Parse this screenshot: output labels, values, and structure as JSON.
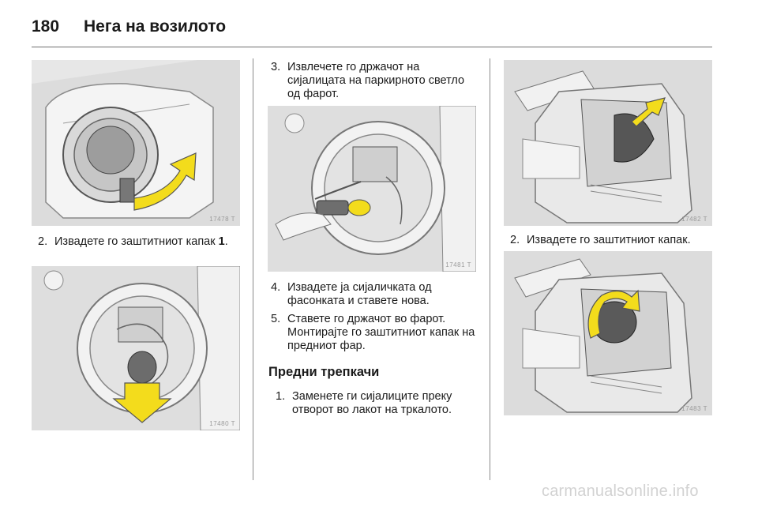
{
  "header": {
    "page_number": "180",
    "title": "Нега на возилото"
  },
  "column1": {
    "figure_top_code": "17478 T",
    "step2": {
      "number": "2.",
      "text": "Извадете го заштитниот капак",
      "bold": "1",
      "suffix": "."
    },
    "figure_bottom_code": "17480 T"
  },
  "column2": {
    "step3": {
      "number": "3.",
      "text": "Извлечете го држачот на сијалицата на паркирното светло од фарот."
    },
    "figure_code": "17481 T",
    "step4": {
      "number": "4.",
      "text": "Извадете ја сијаличката од фасонката и ставете нова."
    },
    "step5": {
      "number": "5.",
      "text": "Ставете го држачот во фарот. Монтирајте го заштитниот капак на предниот фар."
    },
    "section_heading": "Предни трепкачи",
    "step1": {
      "number": "1.",
      "text": "Заменете ги сијалиците преку отворот во лакот на тркалото."
    }
  },
  "column3": {
    "figure_top_code": "17482 T",
    "step2": {
      "number": "2.",
      "text": "Извадете го заштитниот капак."
    },
    "figure_bottom_code": "17483 T"
  },
  "watermark": "carmanualsonline.info",
  "colors": {
    "illustration_bg": "#e7e7e7",
    "arrow_yellow": "#f3dc1c",
    "line_gray": "#8a8a8a"
  }
}
